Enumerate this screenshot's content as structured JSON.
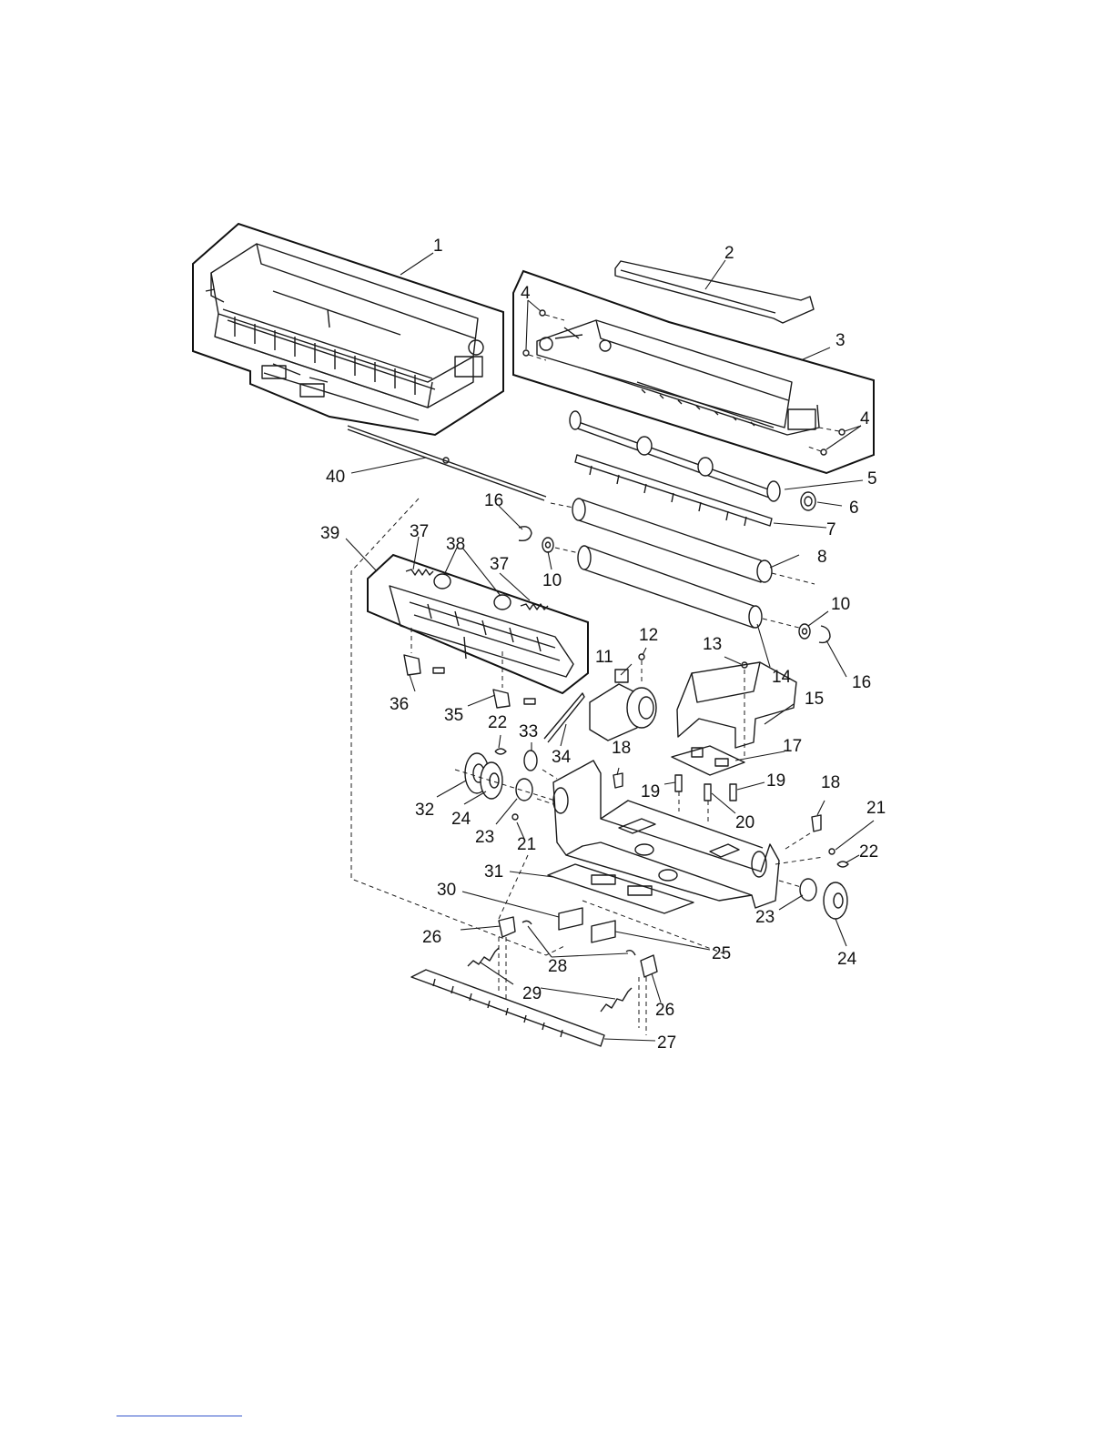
{
  "diagram": {
    "callouts": [
      "1",
      "2",
      "3",
      "4",
      "4",
      "5",
      "6",
      "7",
      "8",
      "10",
      "10",
      "11",
      "12",
      "13",
      "14",
      "15",
      "16",
      "16",
      "17",
      "18",
      "18",
      "19",
      "19",
      "20",
      "21",
      "21",
      "22",
      "22",
      "23",
      "23",
      "24",
      "24",
      "25",
      "26",
      "26",
      "27",
      "28",
      "29",
      "30",
      "31",
      "32",
      "33",
      "34",
      "35",
      "36",
      "37",
      "37",
      "38",
      "39",
      "40"
    ]
  },
  "colors": {
    "line": "#1a1a1a",
    "footer_rule": "#3355cc"
  }
}
